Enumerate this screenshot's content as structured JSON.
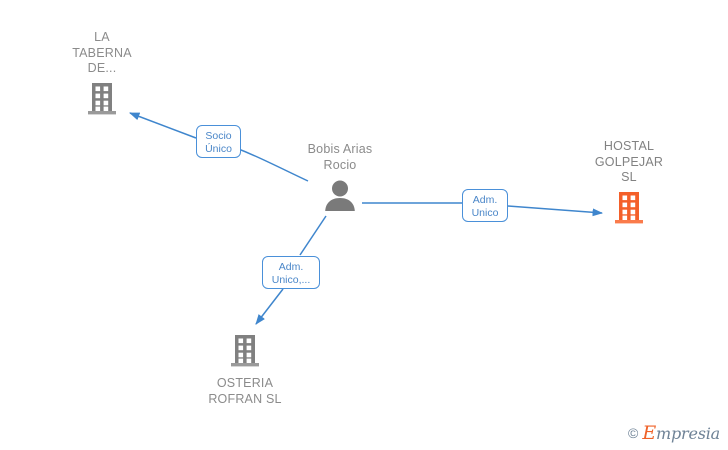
{
  "diagram": {
    "type": "corporate-relationship-graph",
    "background": "#ffffff",
    "colors": {
      "edge": "#3f86cd",
      "chip_border": "#4a90d9",
      "chip_text": "#4a86c8",
      "company_gray": "#808080",
      "company_highlight": "#f4602a",
      "person_gray": "#7a7a7a",
      "label_text": "#8b8b8b"
    },
    "nodes": [
      {
        "id": "la-taberna",
        "kind": "company",
        "label": "LA\nTABERNA\nDE...",
        "icon": "building-icon",
        "highlight": false
      },
      {
        "id": "bobis-arias-rocio",
        "kind": "person",
        "label": "Bobis Arias\nRocio",
        "icon": "person-icon",
        "highlight": false
      },
      {
        "id": "hostal-golpejar",
        "kind": "company",
        "label": "HOSTAL\nGOLPEJAR\nSL",
        "icon": "building-icon",
        "highlight": true
      },
      {
        "id": "osteria-rofran",
        "kind": "company",
        "label": "OSTERIA\nROFRAN  SL",
        "icon": "building-icon",
        "highlight": false
      }
    ],
    "edges": [
      {
        "id": "edge-taberna",
        "from": "bobis-arias-rocio",
        "to": "la-taberna",
        "label": "Socio\nÚnico"
      },
      {
        "id": "edge-hostal",
        "from": "bobis-arias-rocio",
        "to": "hostal-golpejar",
        "label": "Adm.\nUnico"
      },
      {
        "id": "edge-osteria",
        "from": "bobis-arias-rocio",
        "to": "osteria-rofran",
        "label": "Adm.\nUnico,..."
      }
    ]
  },
  "watermark": {
    "copyright": "©",
    "brand_initial": "E",
    "brand_rest": "mpresia"
  }
}
